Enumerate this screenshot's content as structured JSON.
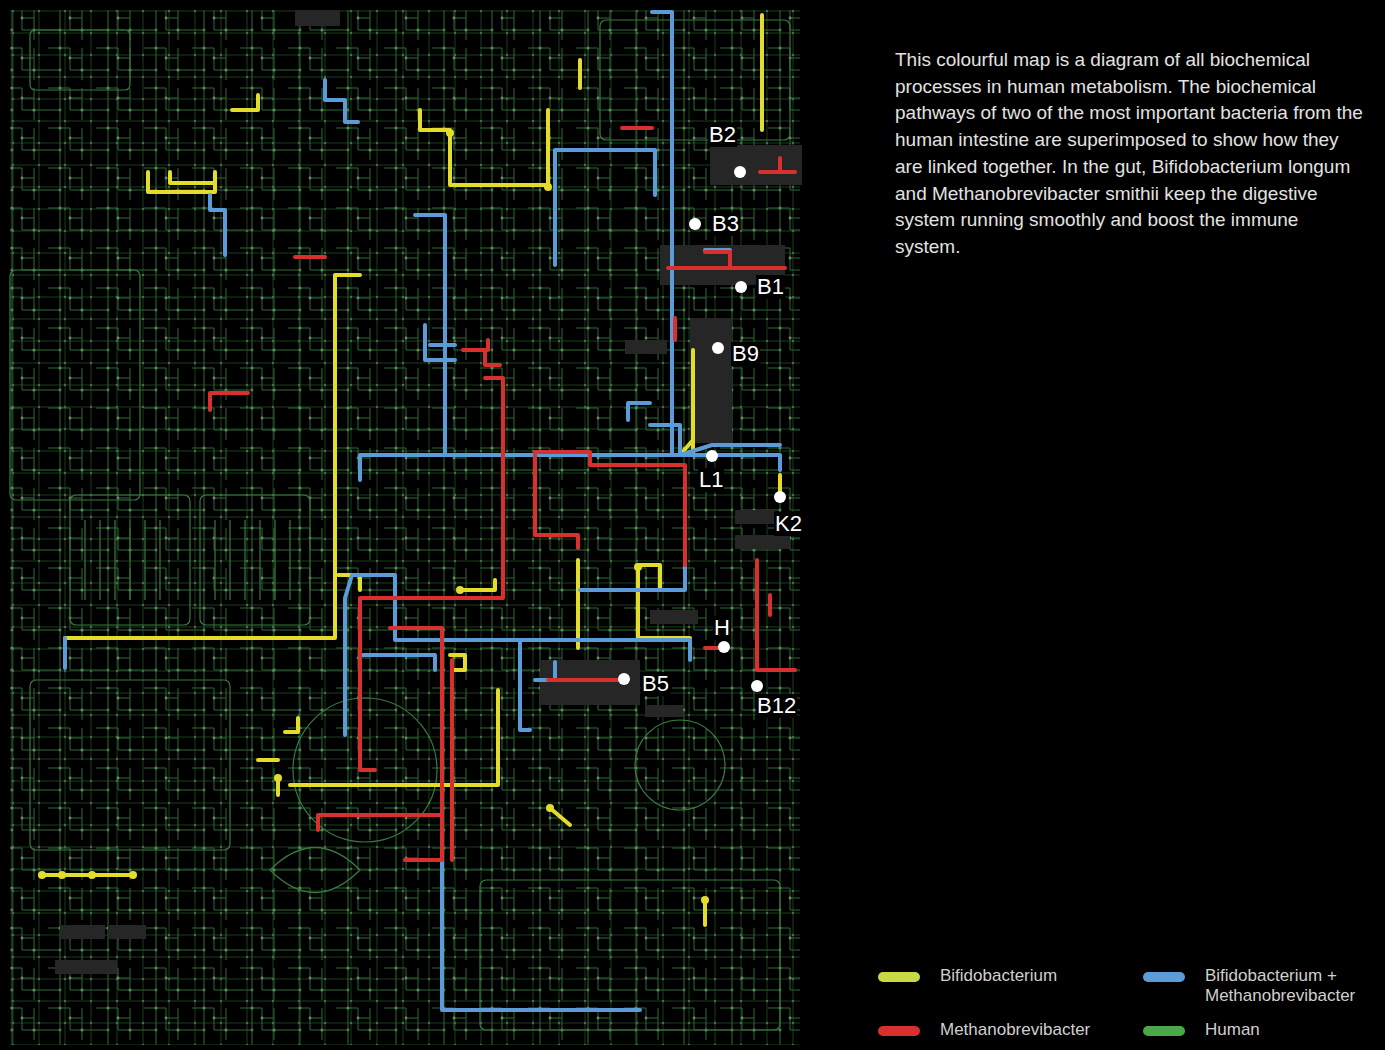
{
  "diagram": {
    "caption": "This colourful map is a diagram of all biochemical processes in human metabolism. The biochemical pathways of two of the most important bacteria from the human intestine are superimposed to show how they are linked together. In the gut, Bifidobacterium longum and Methanobrevibacter smithii keep the digestive system running smoothly and boost the immune system.",
    "labels": [
      "B2",
      "B3",
      "B1",
      "B9",
      "L1",
      "K2",
      "H",
      "B5",
      "B12"
    ],
    "legend": [
      {
        "text": "Bifidobacterium",
        "color": "#c8d944"
      },
      {
        "text": "Bifidobacterium + Methanobrevibacter",
        "color": "#5b9bd8"
      },
      {
        "text": "Methanobrevibacter",
        "color": "#d8302f"
      },
      {
        "text": "Human",
        "color": "#4aa84a"
      }
    ]
  }
}
